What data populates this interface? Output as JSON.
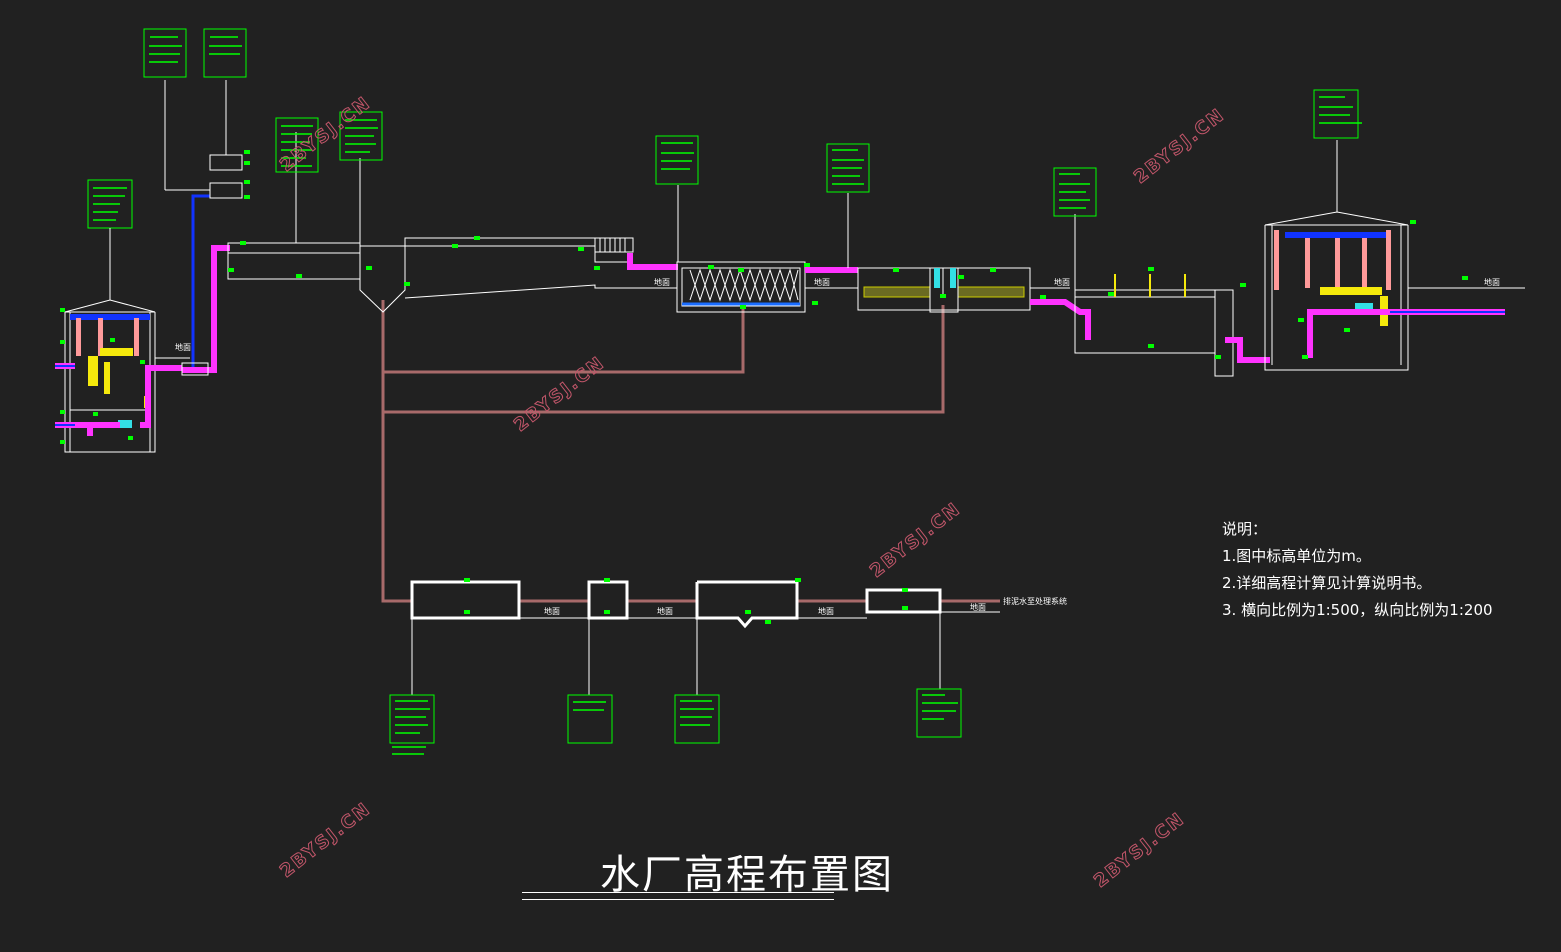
{
  "title": "水厂高程布置图",
  "notes": {
    "heading": "说明：",
    "items": [
      "1.图中标高单位为m。",
      "2.详细高程计算见计算说明书。",
      "3. 横向比例为1:500，纵向比例为1:200"
    ]
  },
  "ground_label": "地面",
  "sludge_outlet_label": "排泥水至处理系统",
  "watermark": "2BYSJ.CN",
  "colors": {
    "background": "#212121",
    "structure": "#ffffff",
    "callout": "#00ff00",
    "water_pipe": "#ff33ff",
    "raw_pipe": "#1133ff",
    "sludge_pipe": "#a86a6a",
    "watermark": "#c2566a",
    "pump": "#f5e90c",
    "valve": "#33e0e6",
    "roof": "#ff9a9a"
  }
}
